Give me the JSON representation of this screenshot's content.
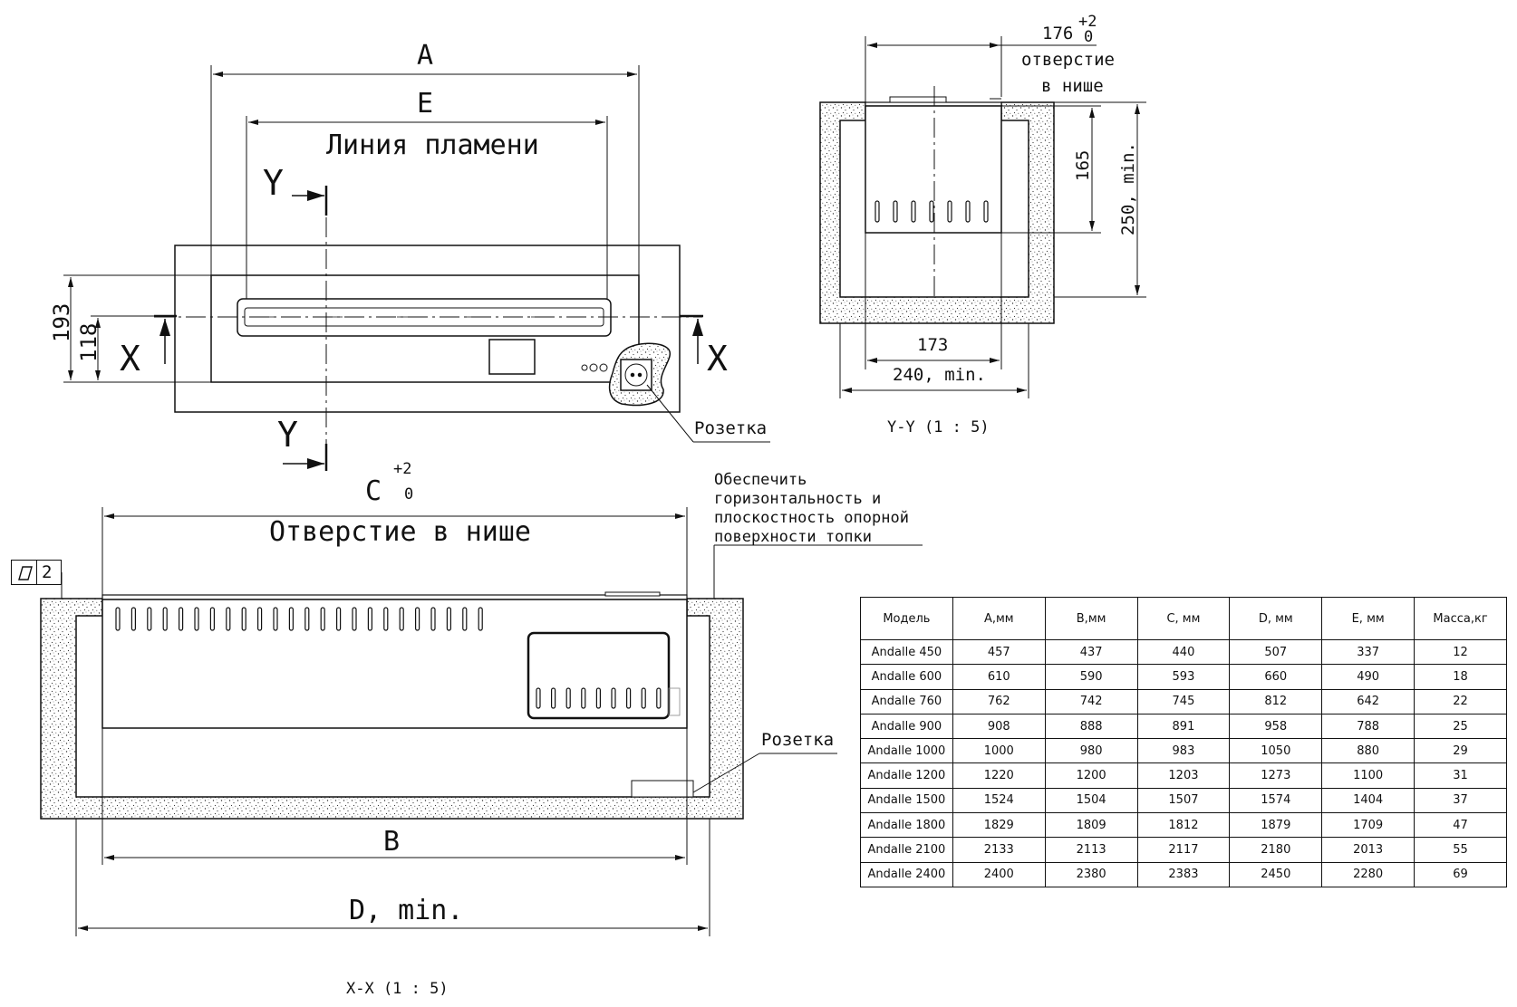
{
  "plan_view": {
    "dim_A": "A",
    "dim_E": "E",
    "flame_line": "Линия пламени",
    "dim_193": "193",
    "dim_118": "118",
    "section_x_left": "X",
    "section_x_right": "X",
    "section_y_top": "Y",
    "section_y_bottom": "Y",
    "socket_label": "Розетка"
  },
  "section_yy": {
    "dim_176": "176",
    "tol_plus": "+2",
    "tol_zero": "0",
    "opening_line1": "отверстие",
    "opening_line2": "в нише",
    "dim_165": "165",
    "dim_250": "250, min.",
    "dim_173": "173",
    "dim_240": "240, min.",
    "caption": "Y-Y (1 : 5)"
  },
  "section_xx": {
    "dim_C": "C",
    "tol_plus": "+2",
    "tol_zero": "0",
    "opening_label": "Отверстие в нише",
    "flatness_value": "2",
    "note_lines": [
      "Обеспечить",
      "горизонтальность и",
      "плоскостность опорной",
      "поверхности топки"
    ],
    "socket_label": "Розетка",
    "dim_B": "B",
    "dim_D": "D, min.",
    "caption": "X-X (1 : 5)"
  },
  "table": {
    "headers": [
      "Модель",
      "A,мм",
      "B,мм",
      "C, мм",
      "D, мм",
      "E, мм",
      "Масса,кг"
    ],
    "rows": [
      [
        "Andalle 450",
        "457",
        "437",
        "440",
        "507",
        "337",
        "12"
      ],
      [
        "Andalle 600",
        "610",
        "590",
        "593",
        "660",
        "490",
        "18"
      ],
      [
        "Andalle 760",
        "762",
        "742",
        "745",
        "812",
        "642",
        "22"
      ],
      [
        "Andalle 900",
        "908",
        "888",
        "891",
        "958",
        "788",
        "25"
      ],
      [
        "Andalle 1000",
        "1000",
        "980",
        "983",
        "1050",
        "880",
        "29"
      ],
      [
        "Andalle 1200",
        "1220",
        "1200",
        "1203",
        "1273",
        "1100",
        "31"
      ],
      [
        "Andalle 1500",
        "1524",
        "1504",
        "1507",
        "1574",
        "1404",
        "37"
      ],
      [
        "Andalle 1800",
        "1829",
        "1809",
        "1812",
        "1879",
        "1709",
        "47"
      ],
      [
        "Andalle 2100",
        "2133",
        "2113",
        "2117",
        "2180",
        "2013",
        "55"
      ],
      [
        "Andalle 2400",
        "2400",
        "2380",
        "2383",
        "2450",
        "2280",
        "69"
      ]
    ]
  }
}
